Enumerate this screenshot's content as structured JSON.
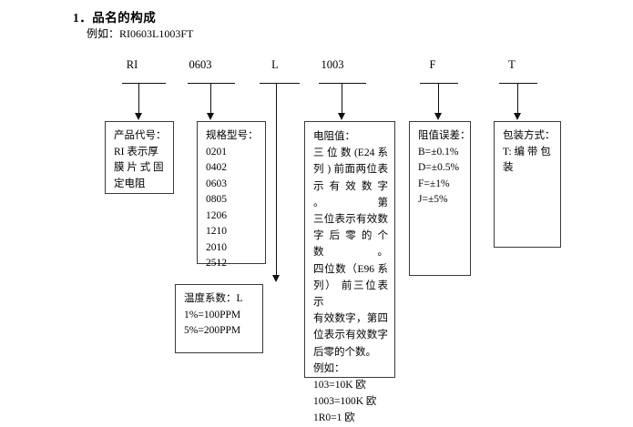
{
  "document": {
    "section_number": "1．",
    "heading": "品名的构成",
    "example_label": "例如：",
    "example_code": "RI0603L1003FT"
  },
  "segments": [
    {
      "id": "product-code",
      "label": "RI"
    },
    {
      "id": "size-code",
      "label": "0603"
    },
    {
      "id": "temp-coeff",
      "label": "L"
    },
    {
      "id": "resistance",
      "label": "1003"
    },
    {
      "id": "tolerance",
      "label": "F"
    },
    {
      "id": "packaging",
      "label": "T"
    }
  ],
  "boxes": {
    "product_code": {
      "lines": [
        "产品代号：",
        "RI 表示厚",
        "膜 片 式 固",
        "定电阻"
      ]
    },
    "size_code": {
      "title": "规格型号：",
      "values": [
        "0201",
        "0402",
        "0603",
        "0805",
        "1206",
        "1210",
        "2010",
        "2512"
      ]
    },
    "temp_coefficient": {
      "title": "温度系数：L",
      "lines": [
        "1%=100PPM",
        "5%=200PPM"
      ]
    },
    "resistance_value": {
      "lines": [
        "电阻值：",
        "三 位 数 (E24  系",
        "列 ) 前面两位表",
        "示 有 效 数 字 。 第",
        "三位表示有效数",
        "字 后 零 的 个 数 。",
        "四位数（E96 系",
        "列） 前三位表示",
        "有效数字，第四",
        "位表示有效数字",
        "后零的个数。",
        "例如：",
        "103=10K 欧",
        "1003=100K 欧",
        "1R0=1 欧"
      ]
    },
    "tolerance": {
      "title": "阻值误差：",
      "lines": [
        "B=±0.1%",
        "D=±0.5%",
        "F=±1%",
        "J=±5%"
      ]
    },
    "packaging": {
      "title": "包装方式：",
      "lines": [
        "T: 编 带 包",
        "装"
      ]
    }
  }
}
